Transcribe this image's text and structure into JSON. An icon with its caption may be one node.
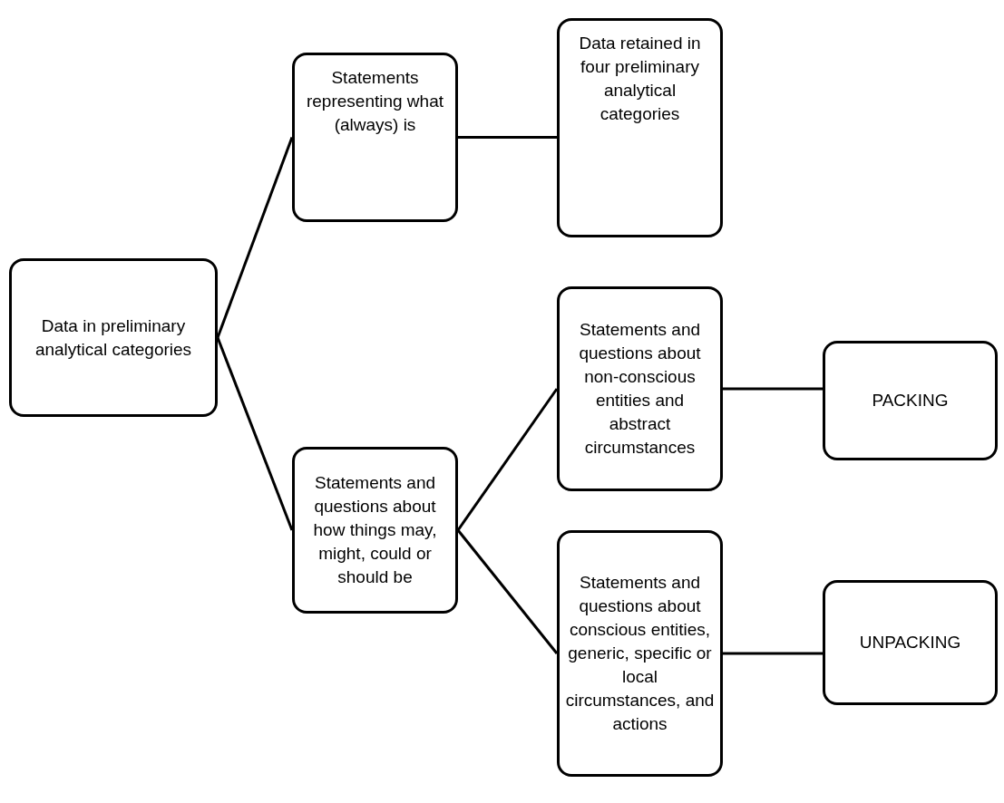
{
  "diagram": {
    "nodes": [
      {
        "text": [
          "Data in preliminary analytical categories"
        ]
      },
      {
        "text": [
          "Statements representing what (always) is"
        ]
      },
      {
        "text": [
          "Data retained in four preliminary analytical categories"
        ]
      },
      {
        "text": [
          "Statements and questions about how things may, might, could or should be"
        ]
      },
      {
        "text": [
          "Statements and questions about non-conscious entities and abstract circumstances"
        ]
      },
      {
        "text": [
          "PACKING"
        ]
      },
      {
        "text": [
          "Statements and questions about conscious entities, generic, specific or local circumstances, and actions"
        ]
      },
      {
        "text": [
          "UNPACKING"
        ]
      }
    ],
    "edges": [
      {
        "from": 0,
        "to": 1,
        "arrow": "none"
      },
      {
        "from": 0,
        "to": 3,
        "arrow": "none"
      },
      {
        "from": 1,
        "to": 2,
        "arrow": "none"
      },
      {
        "from": 3,
        "to": 4,
        "arrow": "none"
      },
      {
        "from": 3,
        "to": 6,
        "arrow": "none"
      },
      {
        "from": 4,
        "to": 5,
        "arrow": "none"
      },
      {
        "from": 6,
        "to": 7,
        "arrow": "none"
      }
    ]
  }
}
